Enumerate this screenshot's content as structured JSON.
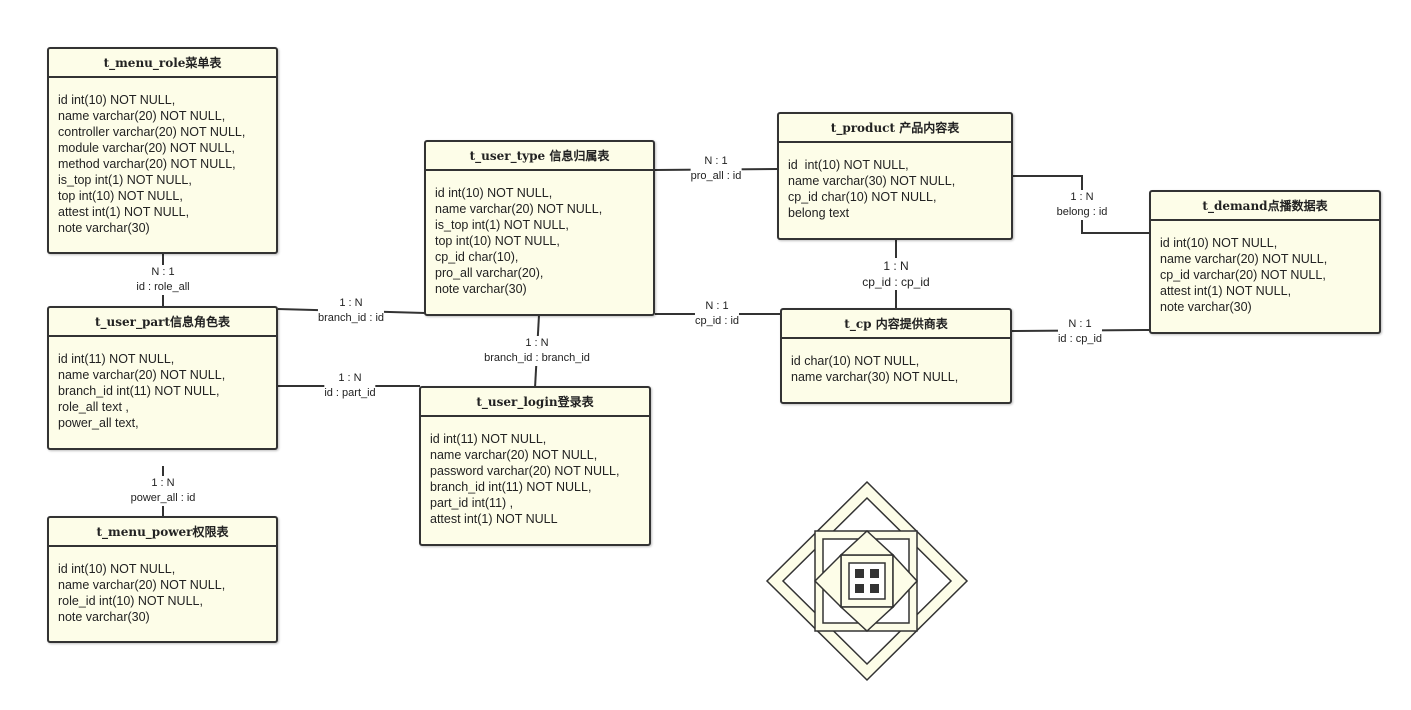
{
  "tables": {
    "menu_role": {
      "title": "t_menu_role菜单表",
      "fields": [
        "id int(10) NOT NULL,",
        "name varchar(20) NOT NULL,",
        "controller varchar(20) NOT NULL,",
        "module varchar(20) NOT NULL,",
        "method varchar(20) NOT NULL,",
        "is_top int(1) NOT NULL,",
        "top int(10) NOT NULL,",
        "attest int(1) NOT NULL,",
        "note varchar(30)"
      ]
    },
    "user_part": {
      "title": "t_user_part信息角色表",
      "fields": [
        "id int(11) NOT NULL,",
        "name varchar(20) NOT NULL,",
        "branch_id int(11) NOT NULL,",
        "role_all text ,",
        "power_all text,"
      ]
    },
    "menu_power": {
      "title": "t_menu_power权限表",
      "fields": [
        "id int(10) NOT NULL,",
        "name varchar(20) NOT NULL,",
        "role_id int(10) NOT NULL,",
        "note varchar(30)"
      ]
    },
    "user_type": {
      "title": "t_user_type 信息归属表",
      "fields": [
        "id int(10) NOT NULL,",
        "name varchar(20) NOT NULL,",
        "is_top int(1) NOT NULL,",
        "top int(10) NOT NULL,",
        "cp_id char(10),",
        "pro_all varchar(20),",
        "note varchar(30)"
      ]
    },
    "user_login": {
      "title": "t_user_login登录表",
      "fields": [
        "id int(11) NOT NULL,",
        "name varchar(20) NOT NULL,",
        "password varchar(20) NOT NULL,",
        "branch_id int(11) NOT NULL,",
        "part_id int(11) ,",
        "attest int(1) NOT NULL"
      ]
    },
    "product": {
      "title": "t_product 产品内容表",
      "fields": [
        "id  int(10) NOT NULL,",
        "name varchar(30) NOT NULL,",
        "cp_id char(10) NOT NULL,",
        "belong text"
      ]
    },
    "cp": {
      "title": "t_cp 内容提供商表",
      "fields": [
        "id char(10) NOT NULL,",
        "name varchar(30) NOT NULL,"
      ]
    },
    "demand": {
      "title": "t_demand点播数据表",
      "fields": [
        "id int(10) NOT NULL,",
        "name varchar(20) NOT NULL,",
        "cp_id varchar(20) NOT NULL,",
        "attest int(1) NOT NULL,",
        "note varchar(30)"
      ]
    }
  },
  "relations": {
    "role_part": {
      "card": "N : 1",
      "keys": "id : role_all"
    },
    "part_power": {
      "card": "1 : N",
      "keys": "power_all : id"
    },
    "part_type": {
      "card": "1 : N",
      "keys": "branch_id : id"
    },
    "part_login": {
      "card": "1 : N",
      "keys": "id : part_id"
    },
    "type_login": {
      "card": "1 : N",
      "keys": "branch_id : branch_id"
    },
    "type_product": {
      "card": "N : 1",
      "keys": "pro_all : id"
    },
    "type_cp": {
      "card": "N : 1",
      "keys": "cp_id : id"
    },
    "product_cp": {
      "card": "1 : N",
      "keys": "cp_id : cp_id"
    },
    "product_demand": {
      "card": "1 : N",
      "keys": "belong : id"
    },
    "cp_demand": {
      "card": "N : 1",
      "keys": "id : cp_id"
    }
  }
}
